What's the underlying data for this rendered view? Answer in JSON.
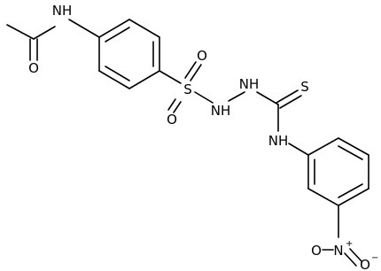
{
  "molecule": {
    "atoms": {
      "acetamide_nh": "NH",
      "acetamide_o": "O",
      "sulfonyl_s": "S",
      "sulfonyl_o_top": "O",
      "sulfonyl_o_bottom": "O",
      "hydrazide_nh_left": "NH",
      "hydrazide_nh_right": "NH",
      "thione_s": "S",
      "thiourea_nh": "NH",
      "nitro_n": "N",
      "nitro_n_charge": "+",
      "nitro_o_left": "O",
      "nitro_o_right": "O",
      "nitro_o_right_charge": "−"
    }
  }
}
